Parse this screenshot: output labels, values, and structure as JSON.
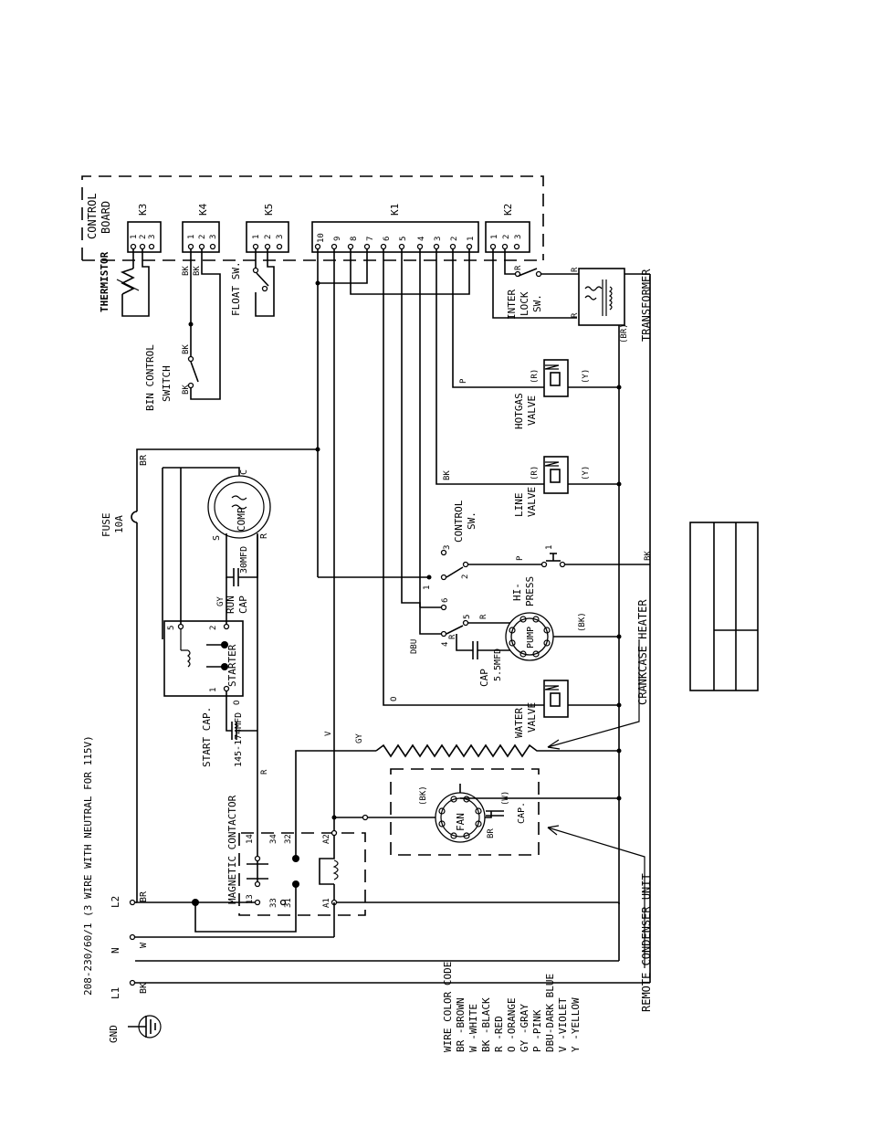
{
  "power_supply": {
    "title": "208-230/60/1 (3 WIRE WITH NEUTRAL FOR 115V)",
    "terminals": [
      "L1",
      "N",
      "L2"
    ],
    "wire_colors": [
      "BK",
      "W",
      "BR"
    ]
  },
  "ground": {
    "label": "GND"
  },
  "control_board": {
    "title_line1": "CONTROL",
    "title_line2": "BOARD",
    "connectors": [
      {
        "name": "K3",
        "pins": [
          "1",
          "2",
          "3"
        ]
      },
      {
        "name": "K4",
        "pins": [
          "1",
          "2",
          "3"
        ]
      },
      {
        "name": "K5",
        "pins": [
          "1",
          "2",
          "3"
        ]
      },
      {
        "name": "K1",
        "pins": [
          "10",
          "9",
          "8",
          "7",
          "6",
          "5",
          "4",
          "3",
          "2",
          "1"
        ]
      },
      {
        "name": "K2",
        "pins": [
          "1",
          "2",
          "3"
        ]
      }
    ]
  },
  "components": {
    "thermistor": "THERMISTOR",
    "float_switch": "FLOAT SW.",
    "bin_control_line1": "BIN CONTROL",
    "bin_control_line2": "SWITCH",
    "interlock_line1": "INTER",
    "interlock_line2": "LOCK",
    "interlock_line3": "SW.",
    "transformer": "TRANSFORMER",
    "hotgas_line1": "HOTGAS",
    "hotgas_line2": "VALVE",
    "line_valve_line1": "LINE",
    "line_valve_line2": "VALVE",
    "fuse_line1": "FUSE",
    "fuse_line2": "10A",
    "control_switch_line1": "CONTROL",
    "control_switch_line2": "SW.",
    "hi_press_line1": "HI-",
    "hi_press_line2": "PRESS",
    "pump": "PUMP",
    "pump_cap_line1": "CAP",
    "pump_cap_line2": "5.5MFD",
    "water_valve_line1": "WATER",
    "water_valve_line2": "VALVE",
    "comp": "COMP",
    "run_cap_value": "30MFD",
    "run_cap_line1": "RUN",
    "run_cap_line2": "CAP",
    "starter": "STARTER",
    "start_cap_line1": "START CAP.",
    "start_cap_line2": "145-174MFD",
    "magnetic_contactor": "MAGNETIC CONTACTOR",
    "fan": "FAN",
    "fan_cap": "CAP.",
    "crankcase_heater": "CRANKCASE HEATER",
    "remote_condenser": "REMOTE CONDENSER UNIT"
  },
  "terminal_labels": {
    "comp_c": "C",
    "comp_s": "S",
    "comp_r": "R",
    "starter_5": "5",
    "starter_2": "2",
    "starter_1": "1",
    "ctrl_sw_1": "1",
    "ctrl_sw_2": "2",
    "ctrl_sw_3": "3",
    "pump_4": "4",
    "pump_5": "5",
    "pump_6": "6",
    "mc_13": "13",
    "mc_14": "14",
    "mc_33": "33",
    "mc_34": "34",
    "mc_31": "31",
    "mc_32": "32",
    "mc_a1": "A1",
    "mc_a2": "A2",
    "hi_press_1": "1"
  },
  "wire_tags": {
    "bk_k4": "BK",
    "bk_k4b": "BK",
    "bk_bin1": "BK",
    "bk_bin2": "BK",
    "r_interlock": "R",
    "r_tr1": "R",
    "r_tr2": "R",
    "br_tr": "(BR)",
    "p_hotgas": "P",
    "r_hotgas": "(R)",
    "y_hotgas": "(Y)",
    "bk_line": "BK",
    "r_line": "(R)",
    "y_line": "(Y)",
    "br_top": "BR",
    "p_hp": "P",
    "bk_hp": "BK",
    "gy_run": "GY",
    "dbu": "DBU",
    "r_pump": "R",
    "r_pump2": "R",
    "bk_pump": "(BK)",
    "o_water": "O",
    "o_start": "O",
    "r_start": "R",
    "v_wire": "V",
    "gy_heater": "GY",
    "bk_fan": "(BK)",
    "w_fan": "(W)",
    "br_fan": "BR",
    "br_l2": "BR"
  },
  "legend": {
    "title": "WIRE COLOR CODE",
    "entries": [
      "BR -BROWN",
      "W -WHITE",
      "BK -BLACK",
      "R -RED",
      "O -ORANGE",
      "GY -GRAY",
      "P -PINK",
      "DBU-DARK BLUE",
      "V -VIOLET",
      "Y -YELLOW"
    ]
  }
}
